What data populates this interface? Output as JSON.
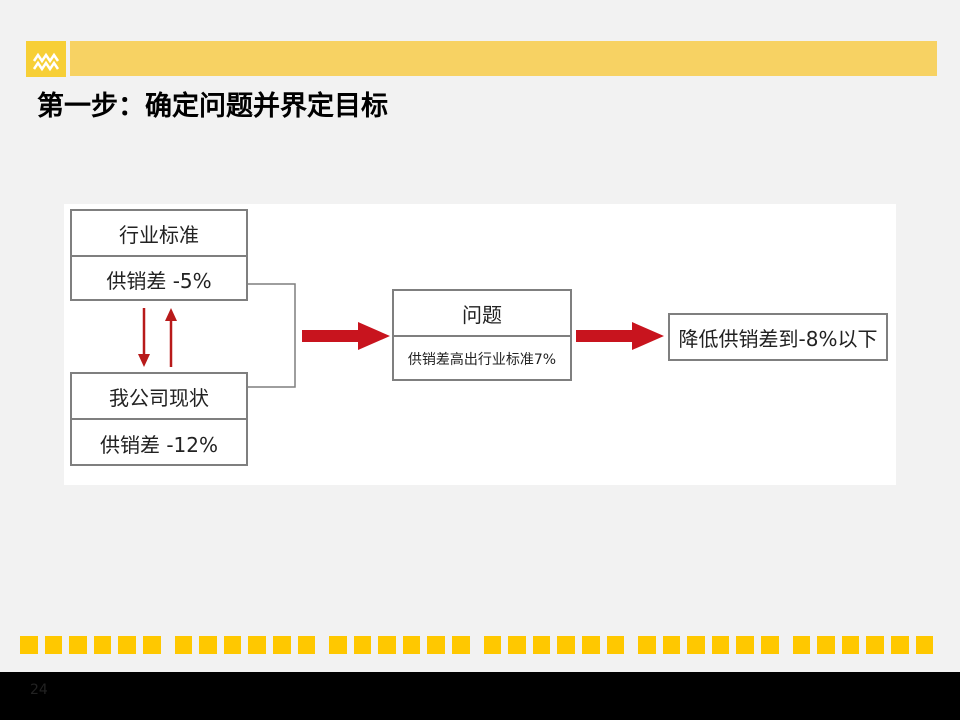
{
  "slide": {
    "title": "第一步：确定问题并界定目标",
    "page_number": "24"
  },
  "diagram": {
    "standard_box": {
      "header": "行业标准",
      "value": "供销差  -5%"
    },
    "current_box": {
      "header": "我公司现状",
      "value": "供销差 -12%"
    },
    "problem_box": {
      "header": "问题",
      "value": "供销差高出行业标准7%"
    },
    "goal_box": {
      "text": "降低供销差到-8%以下"
    }
  },
  "colors": {
    "accent_yellow": "#ffc800",
    "header_bar": "#f7d263",
    "arrow_red": "#c8141e",
    "box_border": "#7f7f7f"
  },
  "icons": {
    "logo": "mountain-logo-icon"
  }
}
